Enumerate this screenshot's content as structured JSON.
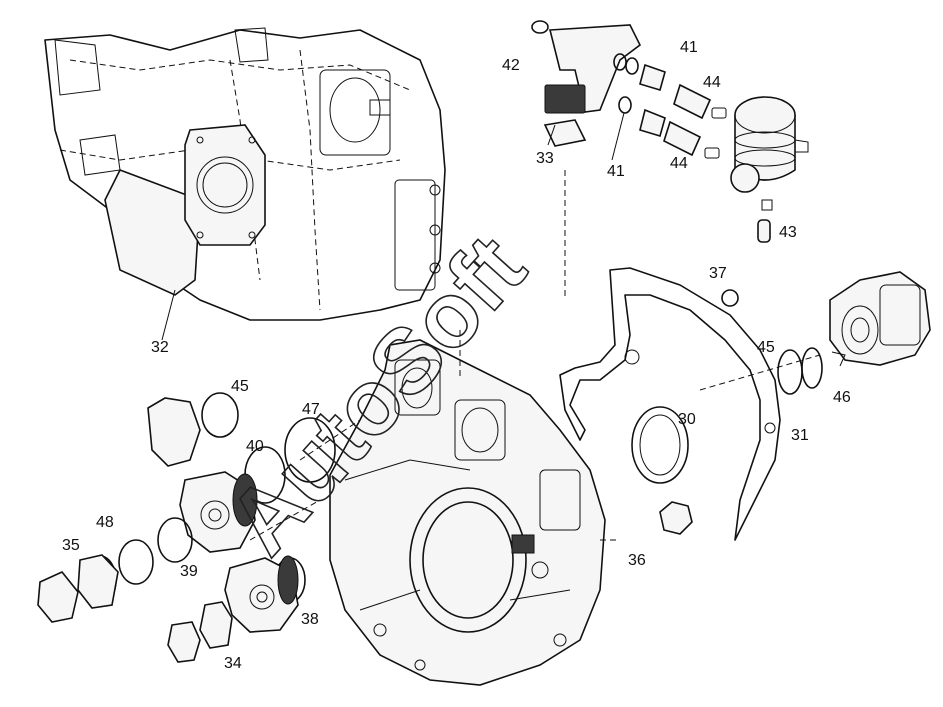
{
  "callouts": {
    "c30": "30",
    "c31": "31",
    "c32": "32",
    "c33": "33",
    "c34": "34",
    "c35": "35",
    "c36": "36",
    "c37": "37",
    "c38": "38",
    "c39": "39",
    "c40": "40",
    "c41a": "41",
    "c41b": "41",
    "c42": "42",
    "c43": "43",
    "c44a": "44",
    "c44b": "44",
    "c45a": "45",
    "c45b": "45",
    "c46": "46",
    "c47": "47",
    "c48": "48"
  },
  "watermark": "AutoSoft"
}
